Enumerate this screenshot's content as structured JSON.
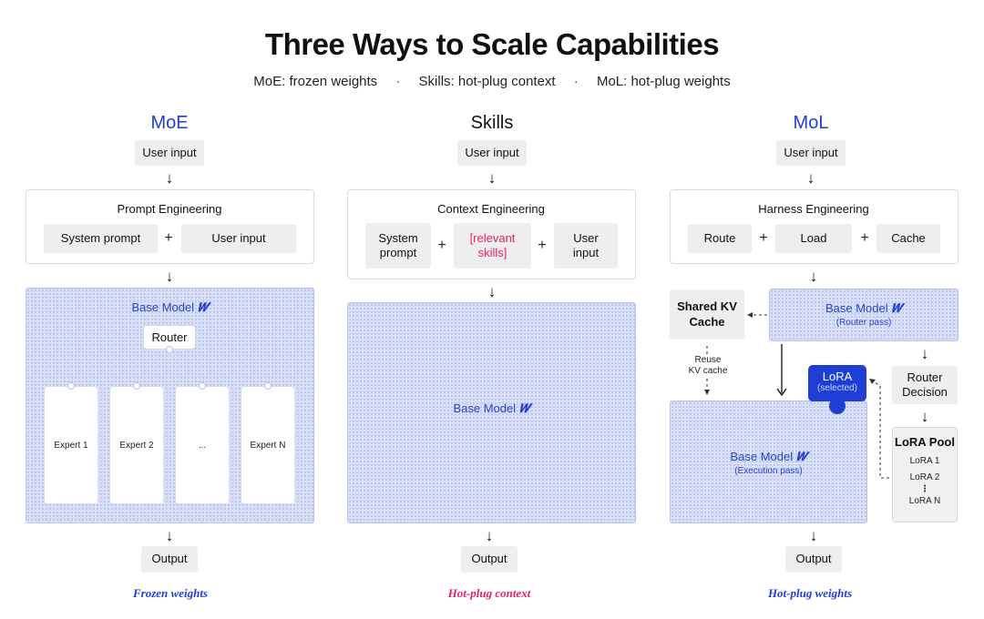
{
  "title": "Three Ways to Scale Capabilities",
  "subtitle": {
    "items": [
      "MoE: frozen weights",
      "Skills: hot-plug context",
      "MoL: hot-plug weights"
    ],
    "separator": "·"
  },
  "colors": {
    "accent_blue": "#1f3ed6",
    "accent_pink": "#e5245a",
    "model_fill": "#dde3f8",
    "pill_gray": "#eeeeee"
  },
  "arrow_glyph": "↓",
  "plus_glyph": "+",
  "model_symbol": "𝑾",
  "moe": {
    "header": "MoE",
    "user_input": "User input",
    "frame_title": "Prompt Engineering",
    "system_prompt": "System prompt",
    "user_input_2": "User input",
    "base_model": "Base Model",
    "router": "Router",
    "experts": [
      "Expert 1",
      "Expert 2",
      "...",
      "Expert N"
    ],
    "output": "Output",
    "footer": "Frozen weights"
  },
  "skills": {
    "header": "Skills",
    "user_input": "User input",
    "frame_title": "Context Engineering",
    "system_prompt": "System\nprompt",
    "relevant_skills": "[relevant\nskills]",
    "user_input_2": "User\ninput",
    "base_model": "Base Model",
    "output": "Output",
    "footer": "Hot-plug context"
  },
  "mol": {
    "header": "MoL",
    "user_input": "User input",
    "frame_title": "Harness Engineering",
    "route": "Route",
    "load": "Load",
    "cache": "Cache",
    "shared_kv": "Shared KV\nCache",
    "reuse_kv": "Reuse\nKV cache",
    "base_model": "Base Model",
    "router_pass": "(Router pass)",
    "lora_selected_title": "LoRA",
    "lora_selected_sub": "(selected)",
    "router_decision": "Router\nDecision",
    "execution_pass": "(Execution pass)",
    "lora_pool_title": "LoRA Pool",
    "lora_items": [
      "LoRA 1",
      "LoRA 2",
      "⋮",
      "LoRA N"
    ],
    "output": "Output",
    "footer": "Hot-plug weights"
  }
}
